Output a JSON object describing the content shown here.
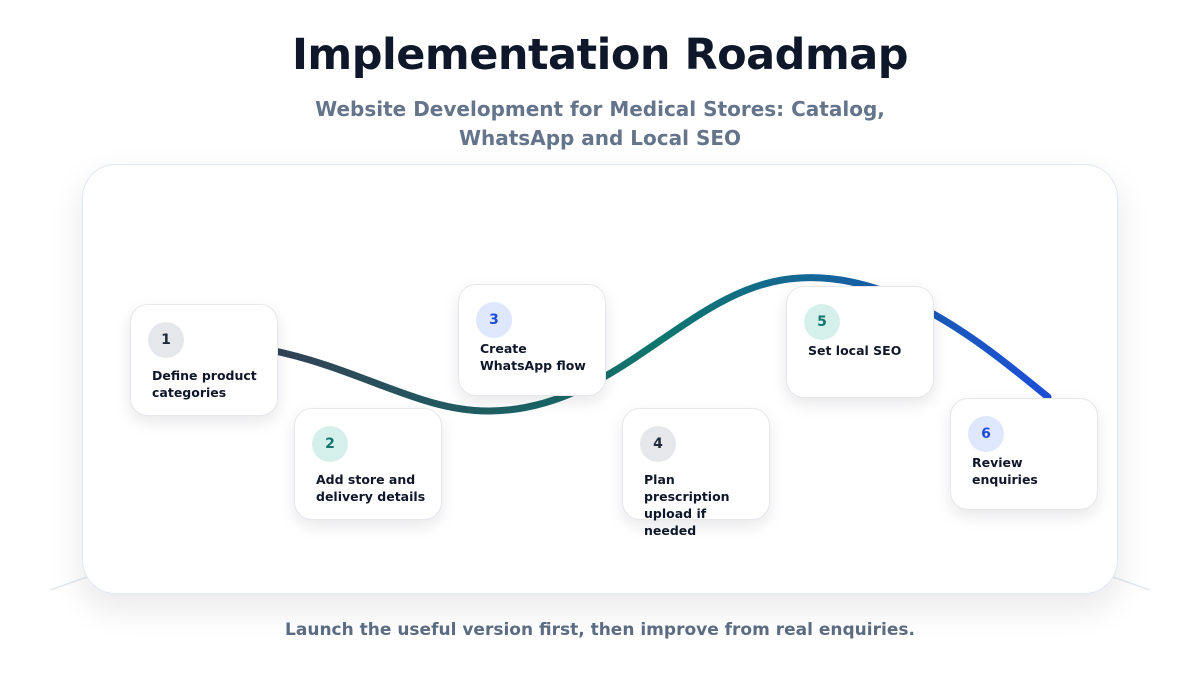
{
  "header": {
    "title": "Implementation Roadmap",
    "subtitle": "Website Development for Medical Stores: Catalog, WhatsApp and Local SEO"
  },
  "steps": [
    {
      "number": "1",
      "label": "Define product categories"
    },
    {
      "number": "2",
      "label": "Add store and delivery details"
    },
    {
      "number": "3",
      "label": "Create WhatsApp flow"
    },
    {
      "number": "4",
      "label": "Plan prescription upload if needed"
    },
    {
      "number": "5",
      "label": "Set local SEO"
    },
    {
      "number": "6",
      "label": "Review enquiries"
    }
  ],
  "footer": {
    "note": "Launch the useful version first, then improve from real enquiries."
  },
  "colors": {
    "path_start": "#334155",
    "path_mid": "#0f766e",
    "path_end": "#1d4ed8",
    "badge_gray": "#e5e7eb",
    "badge_teal": "#d5f0ea",
    "badge_blue": "#dfe7fd"
  }
}
